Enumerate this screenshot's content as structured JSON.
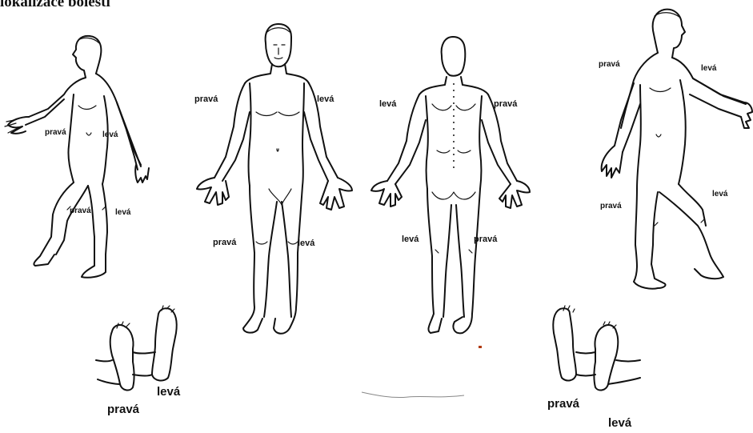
{
  "title": "lokalizace bolesti",
  "figures": {
    "side_left": {
      "right": "pravá",
      "left": "levá",
      "right_leg": "pravá",
      "left_leg": "levá"
    },
    "front": {
      "right_arm": "pravá",
      "left_arm": "levá",
      "right_leg": "pravá",
      "left_leg": "levá"
    },
    "back": {
      "left_arm": "levá",
      "right_arm": "pravá",
      "left_leg": "levá",
      "right_leg": "pravá"
    },
    "side_right": {
      "right": "pravá",
      "left": "levá",
      "left_leg": "levá",
      "right_leg": "pravá"
    }
  },
  "feet": {
    "left_pair": {
      "left": "levá",
      "right": "pravá"
    },
    "right_pair": {
      "right": "pravá",
      "left": "levá"
    }
  }
}
